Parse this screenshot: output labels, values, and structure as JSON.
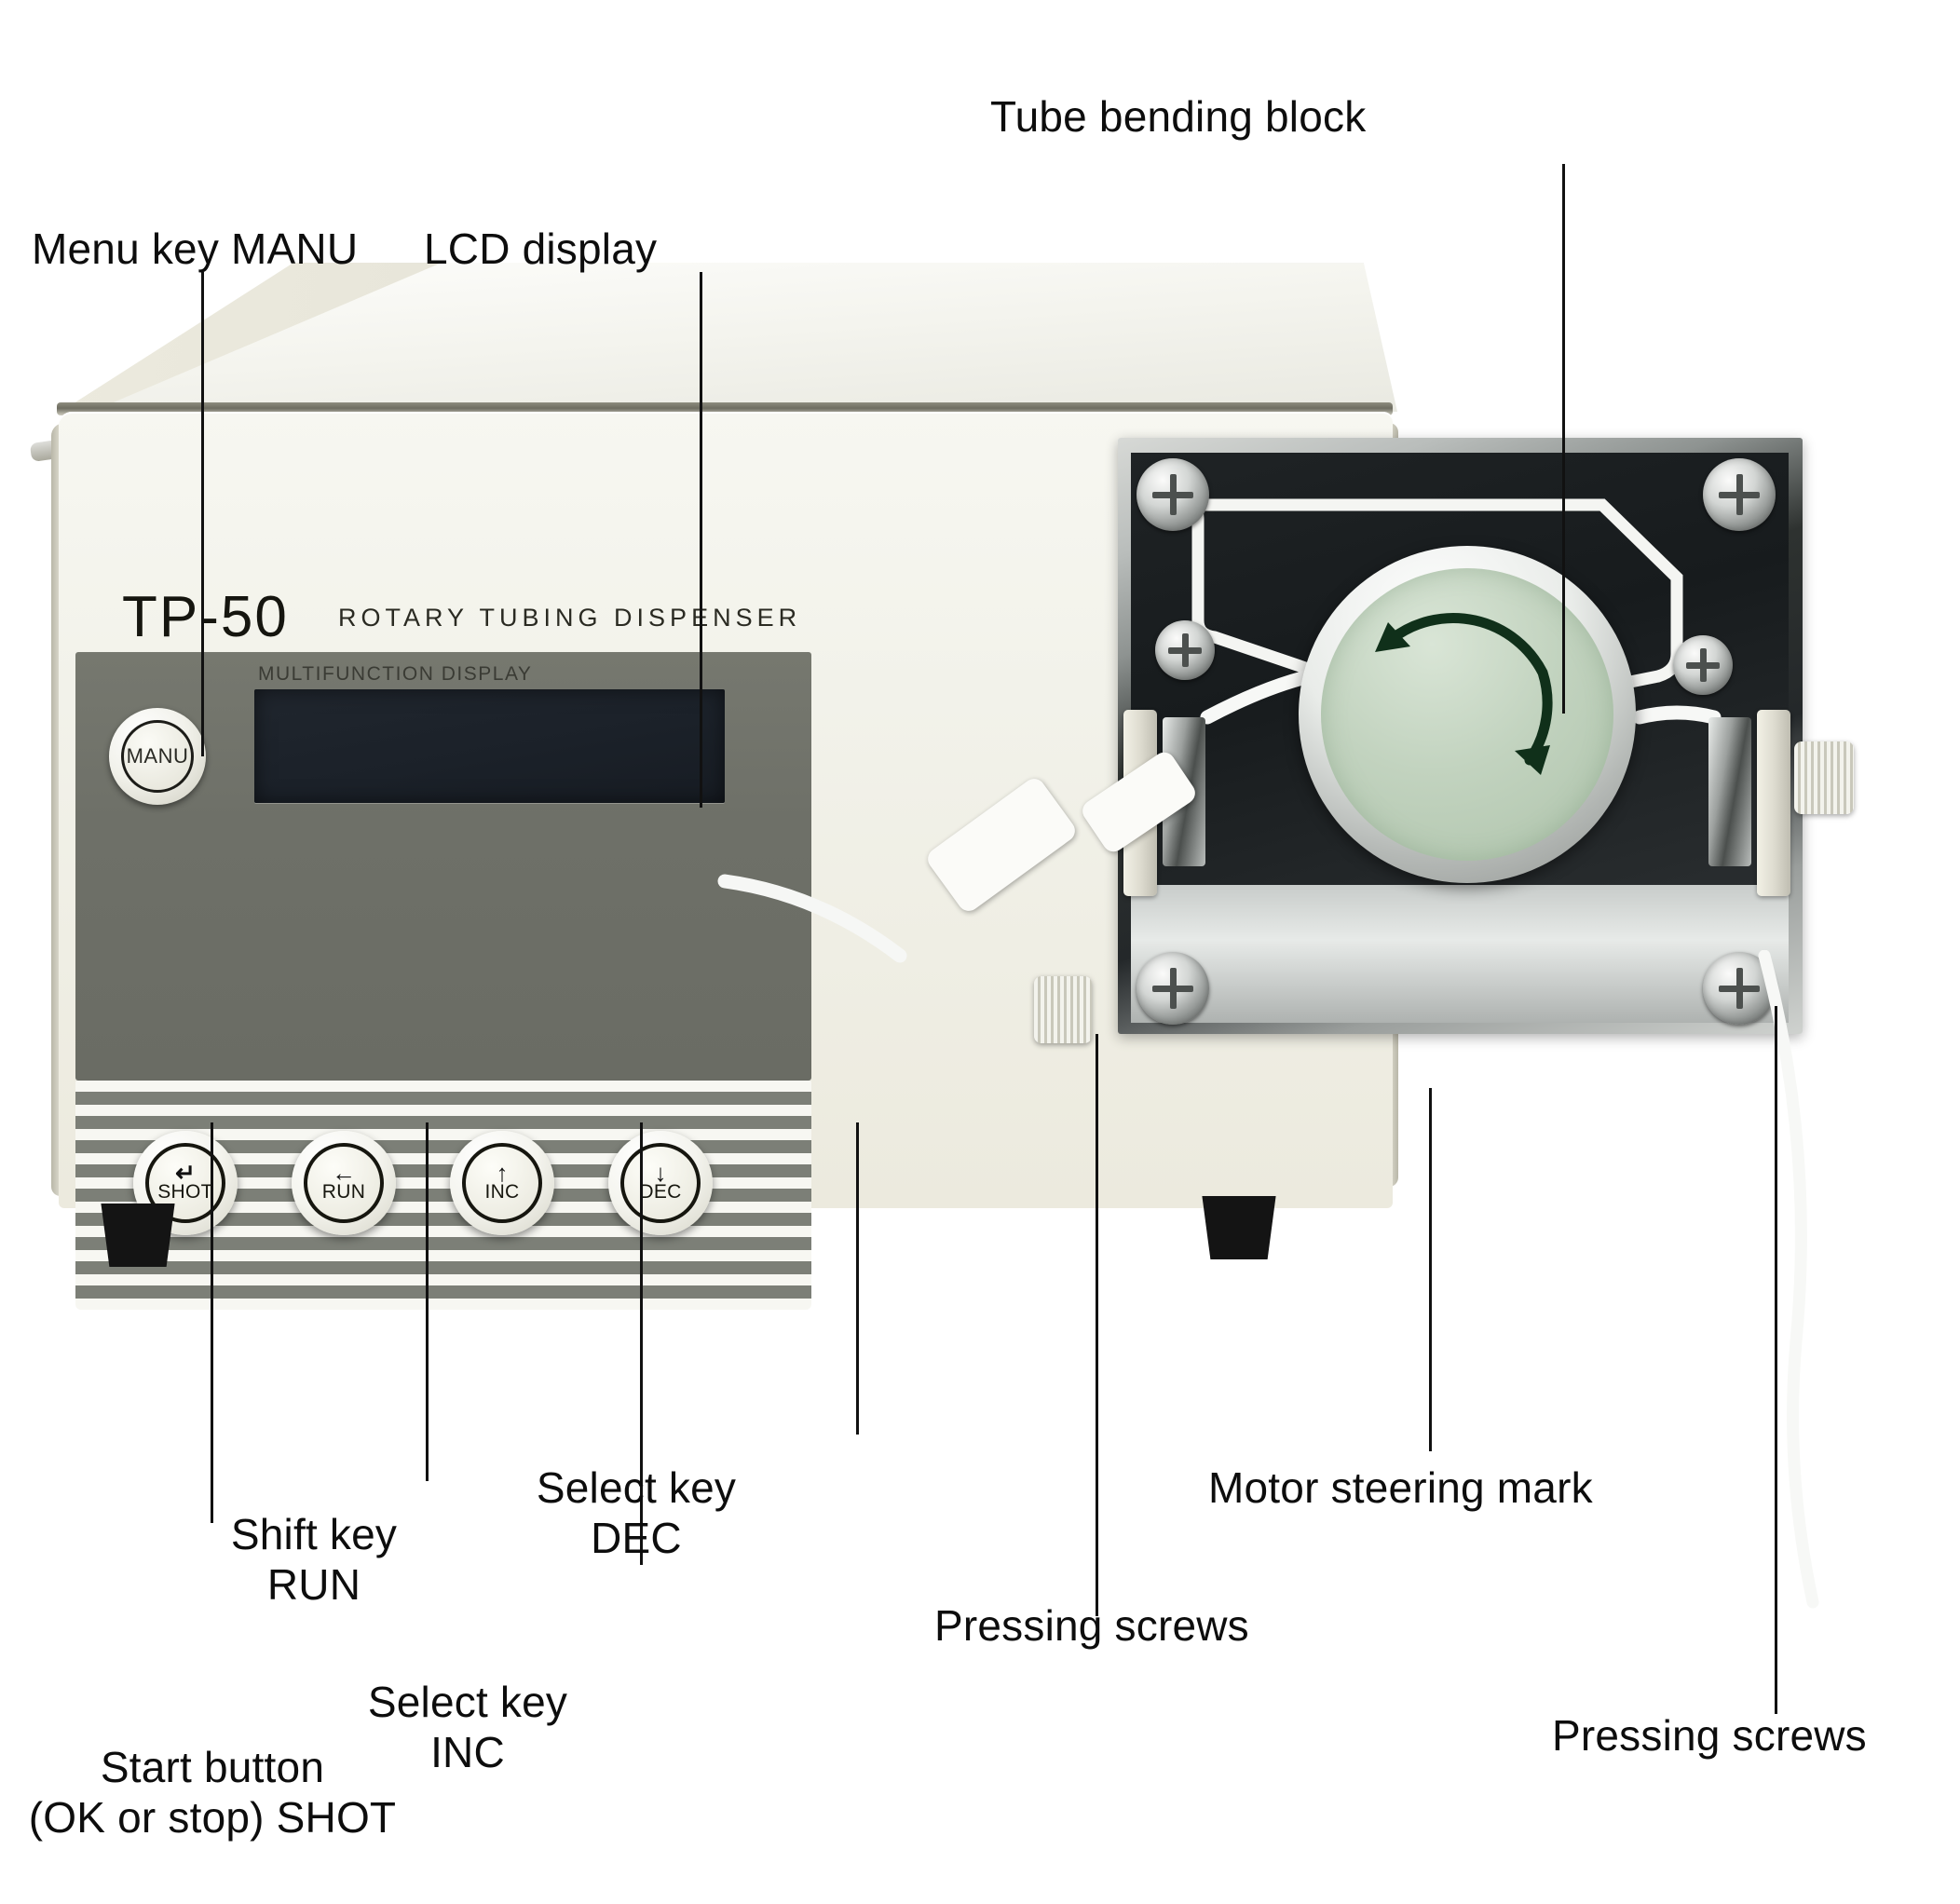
{
  "device": {
    "model": "TP-50",
    "tagline": "ROTARY TUBING DISPENSER",
    "panel_label": "MULTIFUNCTION DISPLAY",
    "menu_key_label": "MANU",
    "keys": [
      {
        "glyph": "↵",
        "label": "SHOT",
        "icon": "enter-arrow-icon"
      },
      {
        "glyph": "←",
        "label": "RUN",
        "icon": "left-arrow-icon"
      },
      {
        "glyph": "↑",
        "label": "INC",
        "icon": "up-arrow-icon"
      },
      {
        "glyph": "↓",
        "label": "DEC",
        "icon": "down-arrow-icon"
      }
    ],
    "lcd_state": ""
  },
  "annotations": {
    "menu_key": "Menu key MANU",
    "lcd_display": "LCD display",
    "tube_block": "Tube bending block",
    "start_button": "Start button\n(OK or stop) SHOT",
    "shift_key": "Shift key\nRUN",
    "select_inc": "Select key\nINC",
    "select_dec": "Select key\nDEC",
    "pressing_screws_left": "Pressing screws",
    "pressing_screws_right": "Pressing screws",
    "motor_mark": "Motor steering mark"
  },
  "colors": {
    "case_body": "#f2f2ea",
    "panel_dark": "#6e7068",
    "lcd_screen": "#1b2129",
    "rotor_green": "#c2d3bf",
    "metal_plate": "#24282a",
    "leader_line": "#111111",
    "text": "#0d0d0d"
  },
  "icons": {
    "rotation_arrow": "clockwise-rotation-arrow-icon",
    "screw_head": "phillips-screw-icon"
  }
}
